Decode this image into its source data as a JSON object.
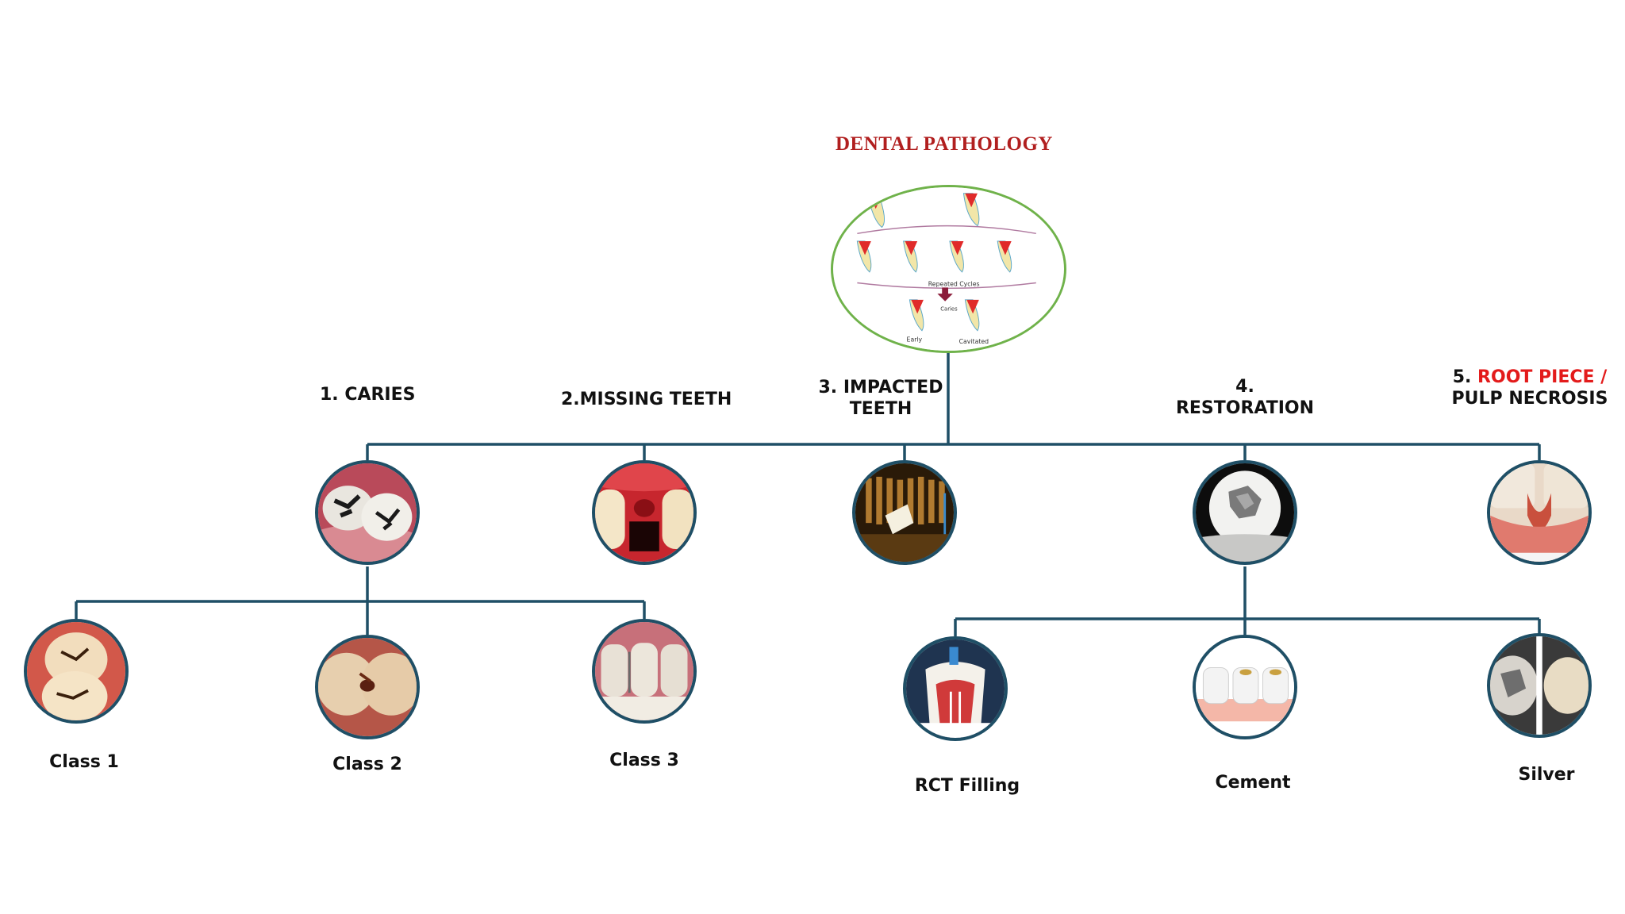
{
  "title": "DENTAL PATHOLOGY",
  "hub": {
    "caption_cycles": "Repeated Cycles",
    "caption_caries": "Caries",
    "caption_early": "Early",
    "caption_cavitated": "Cavitated"
  },
  "categories": [
    {
      "id": "caries",
      "label_line1": "1. CARIES",
      "label_line2": ""
    },
    {
      "id": "missing",
      "label_line1": "2.MISSING TEETH",
      "label_line2": ""
    },
    {
      "id": "impacted",
      "label_line1": "3. IMPACTED",
      "label_line2": "TEETH"
    },
    {
      "id": "restoration",
      "label_line1": "4.",
      "label_line2": "RESTORATION"
    },
    {
      "id": "root",
      "label_prefix": "5. ",
      "label_red": "ROOT PIECE /",
      "label_line2": "PULP NECROSIS"
    }
  ],
  "caries_children": [
    "Class 1",
    "Class 2",
    "Class 3"
  ],
  "restoration_children": [
    "RCT Filling",
    "Cement",
    "Silver"
  ],
  "colors": {
    "title": "#b11f1f",
    "connector": "#1f4f66",
    "node_border": "#1f4f66",
    "hub_border": "#6fb24a",
    "highlight": "#e31b1b"
  },
  "images": {
    "hub": "caries-process-diagram",
    "caries": "carious-molars-photo",
    "missing": "missing-incisor-photo",
    "impacted": "panoramic-xray-impacted-tooth",
    "restoration": "amalgam-filled-molar",
    "root": "root-piece-photo",
    "class1": "class-1-caries-photo",
    "class2": "class-2-caries-photo",
    "class3": "class-3-caries-photo",
    "rct": "root-canal-illustration",
    "cement": "cemented-teeth-illustration",
    "silver": "silver-filling-photo"
  }
}
